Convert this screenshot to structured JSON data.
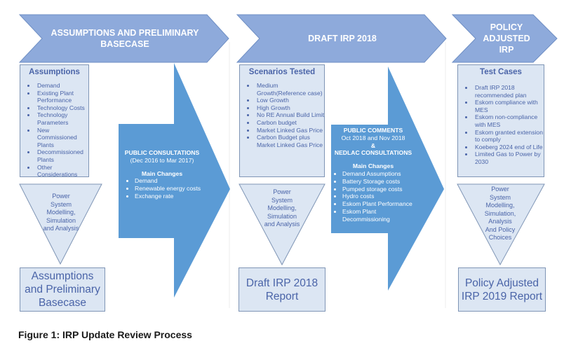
{
  "diagram": {
    "colors": {
      "chevron": "#8eaadb",
      "chevron_border": "#6f8fc4",
      "big_arrow": "#5b9bd5",
      "panel_fill": "#dce6f3",
      "panel_border": "#7f95b5",
      "panel_text": "#4a64a8"
    },
    "stages": [
      {
        "title": "ASSUMPTIONS AND PRELIMINARY\nBASECASE",
        "panel": {
          "heading": "Assumptions",
          "items": [
            "Demand",
            "Existing Plant Performance",
            "Technology Costs",
            "Technology Parameters",
            "New Commissioned Plants",
            "Decommissioned Plants",
            " Other Considerations"
          ]
        },
        "modelling": "Power\nSystem\nModelling,\nSimulation\nand Analysis",
        "report": "Assumptions\nand Preliminary\nBasecase"
      },
      {
        "title": "DRAFT IRP 2018",
        "panel": {
          "heading": "Scenarios Tested",
          "items": [
            "Medium Growth(Reference case)",
            "Low Growth",
            "High Growth",
            "No RE Annual Build Limit",
            "Carbon budget",
            "Market Linked Gas Price",
            "Carbon Budget plus Market Linked Gas Price"
          ]
        },
        "modelling": "Power\nSystem\nModelling,\nSimulation\nand Analysis",
        "report": "Draft IRP 2018\nReport"
      },
      {
        "title": "POLICY\nADJUSTED\nIRP",
        "panel": {
          "heading": "Test Cases",
          "items": [
            "Draft IRP 2018 recommended plan",
            "Eskom compliance with MES",
            "Eskom non-compliance with MES",
            "Eskom granted extension to comply",
            "Koeberg 2024 end of Life",
            "Limited Gas to Power by 2030"
          ]
        },
        "modelling": "Power\nSystem\nModelling,\nSimulation,\nAnalysis\nAnd Policy\nChoices",
        "report": "Policy Adjusted\nIRP 2019 Report"
      }
    ],
    "consultations": [
      {
        "heading": "PUBLIC CONSULTATIONS",
        "period": "(Dec 2016 to Mar 2017)",
        "changes_heading": "Main Changes",
        "changes": [
          "Demand",
          "Renewable energy costs",
          "Exchange rate"
        ]
      },
      {
        "heading": "PUBLIC COMMENTS",
        "period": "Oct 2018 and Nov 2018",
        "amp": "&",
        "heading2": "NEDLAC CONSULTATIONS",
        "changes_heading": "Main Changes",
        "changes": [
          "Demand Assumptions",
          "Battery Storage costs",
          "Pumped storage costs",
          "Hydro costs",
          "Eskom Plant Performance",
          "Eskom Plant Decommissioning"
        ]
      }
    ],
    "caption": "Figure 1: IRP Update Review Process"
  }
}
